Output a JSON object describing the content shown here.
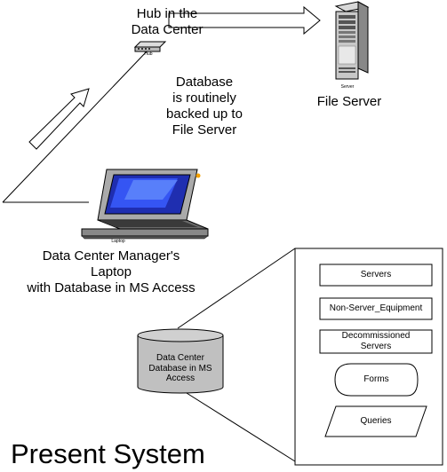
{
  "hub": {
    "title": "Hub in the\nData Center",
    "device_label": "Hub"
  },
  "server": {
    "title": "File Server",
    "device_label": "Server"
  },
  "backup_note": "Database\nis routinely\nbacked up to\nFile Server",
  "laptop": {
    "title": "Data Center Manager's\nLaptop\nwith Database in MS Access",
    "device_label": "Laptop"
  },
  "database": {
    "label": "Data Center\nDatabase in MS\nAccess"
  },
  "db_contents": {
    "tables": [
      "Servers",
      "Non-Server_Equipment",
      "Decommissioned\nServers"
    ],
    "forms_label": "Forms",
    "queries_label": "Queries"
  },
  "footer_title": "Present System"
}
